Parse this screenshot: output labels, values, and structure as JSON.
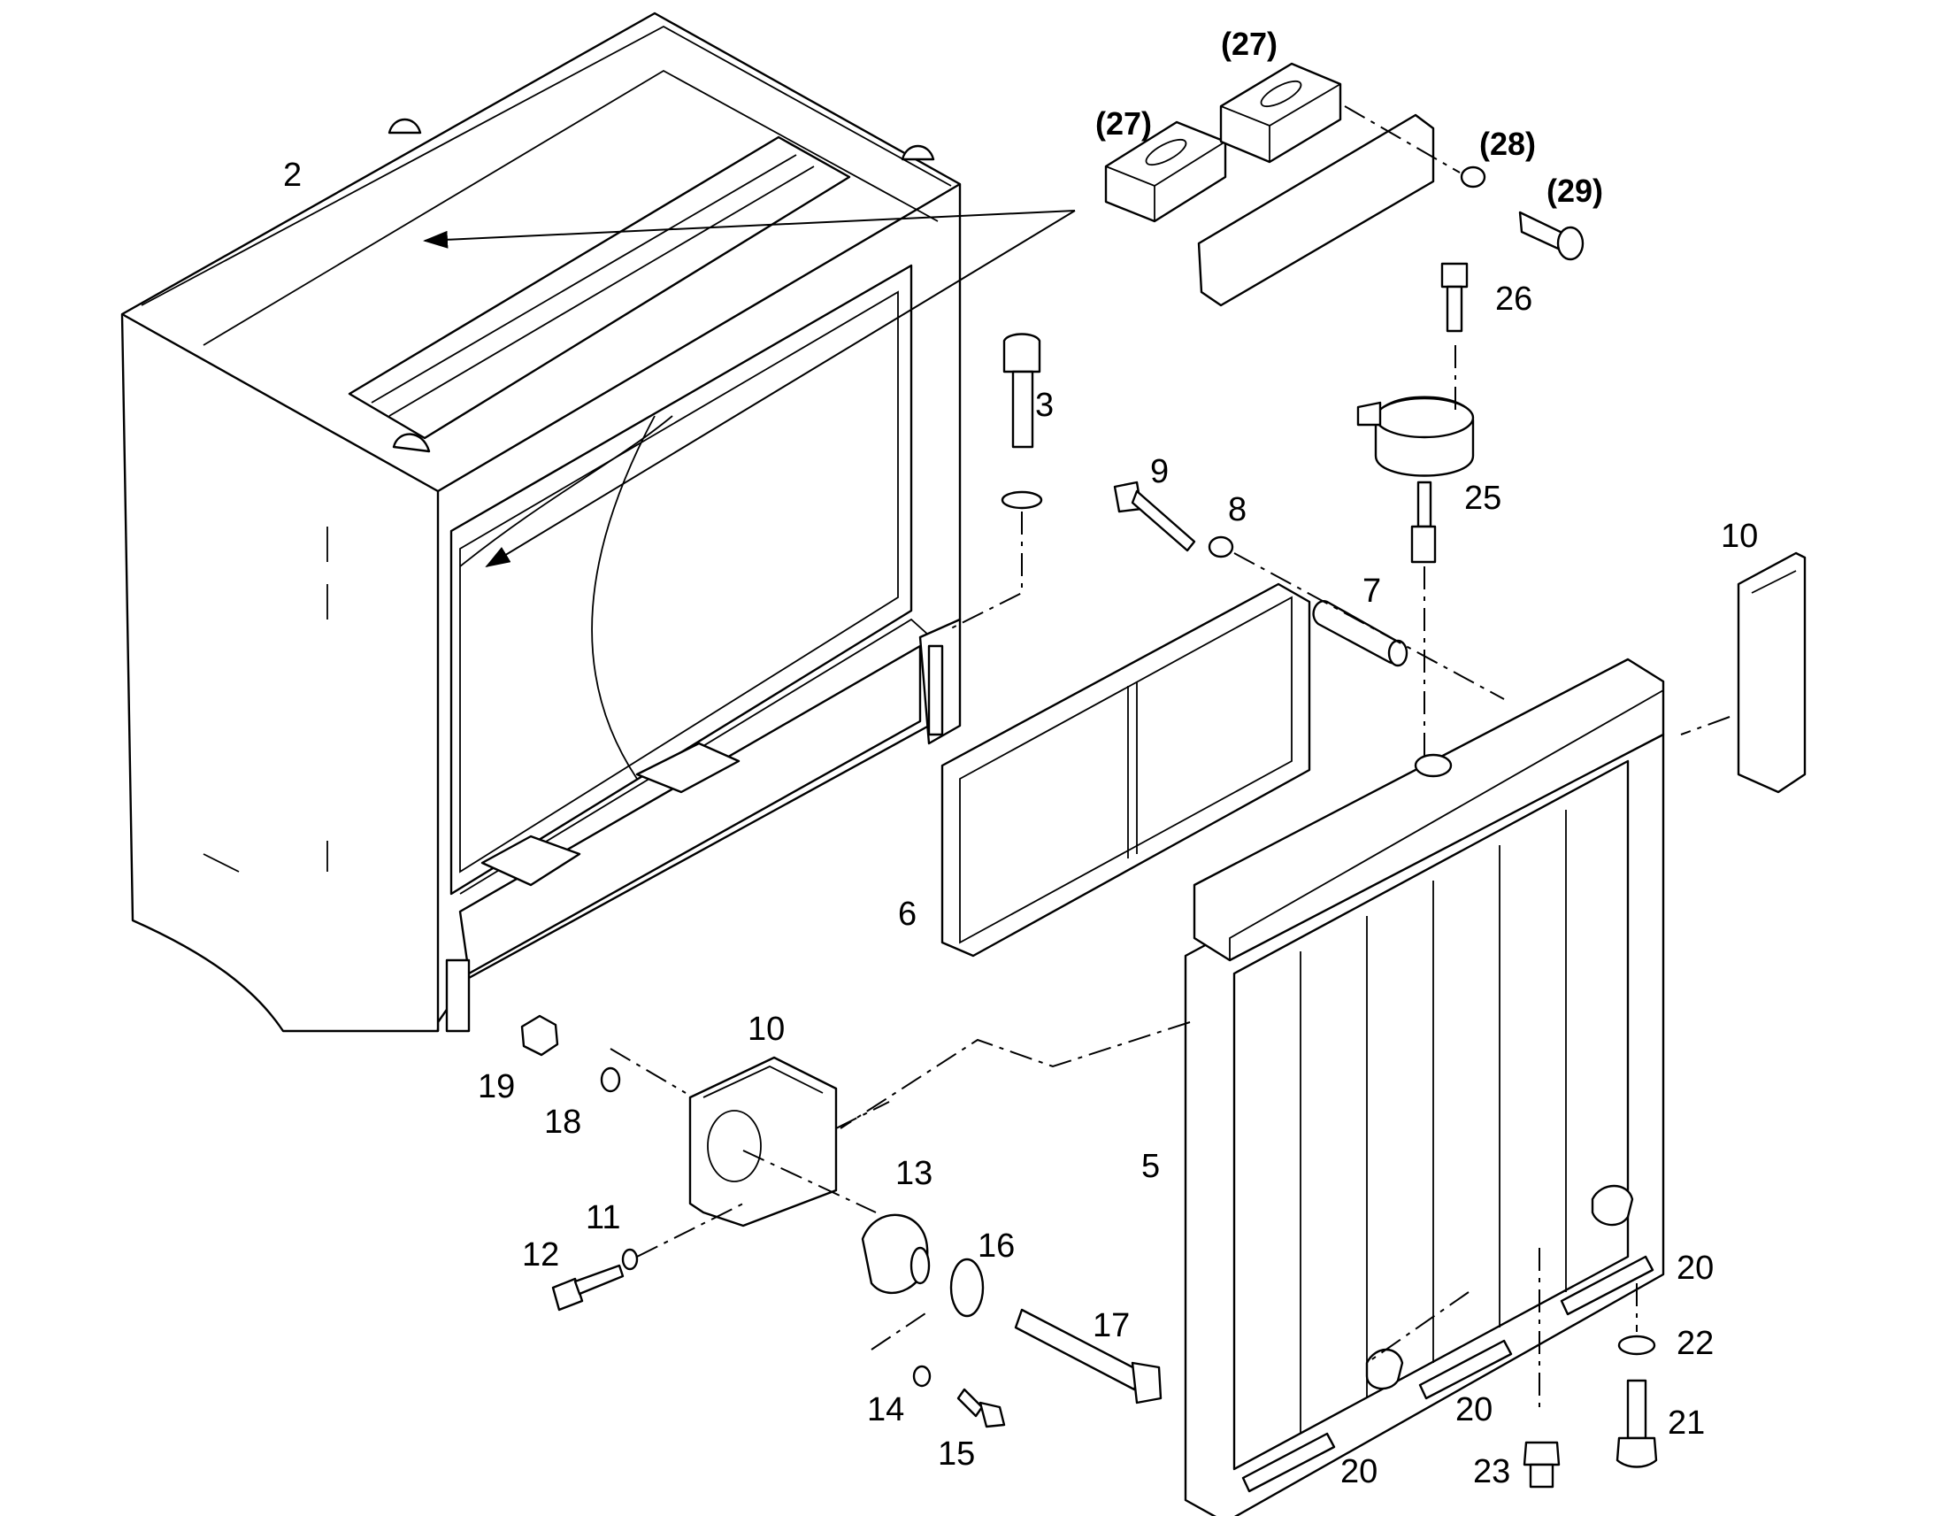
{
  "labels": {
    "p2": "2",
    "p3": "3",
    "p5": "5",
    "p6": "6",
    "p7": "7",
    "p8": "8",
    "p9": "9",
    "p10a": "10",
    "p10b": "10",
    "p11": "11",
    "p12": "12",
    "p13": "13",
    "p14": "14",
    "p15": "15",
    "p16": "16",
    "p17": "17",
    "p18": "18",
    "p19": "19",
    "p20a": "20",
    "p20b": "20",
    "p20c": "20",
    "p21": "21",
    "p22": "22",
    "p23": "23",
    "p25": "25",
    "p26": "26",
    "p27a": "(27)",
    "p27b": "(27)",
    "p28": "(28)",
    "p29": "(29)"
  }
}
